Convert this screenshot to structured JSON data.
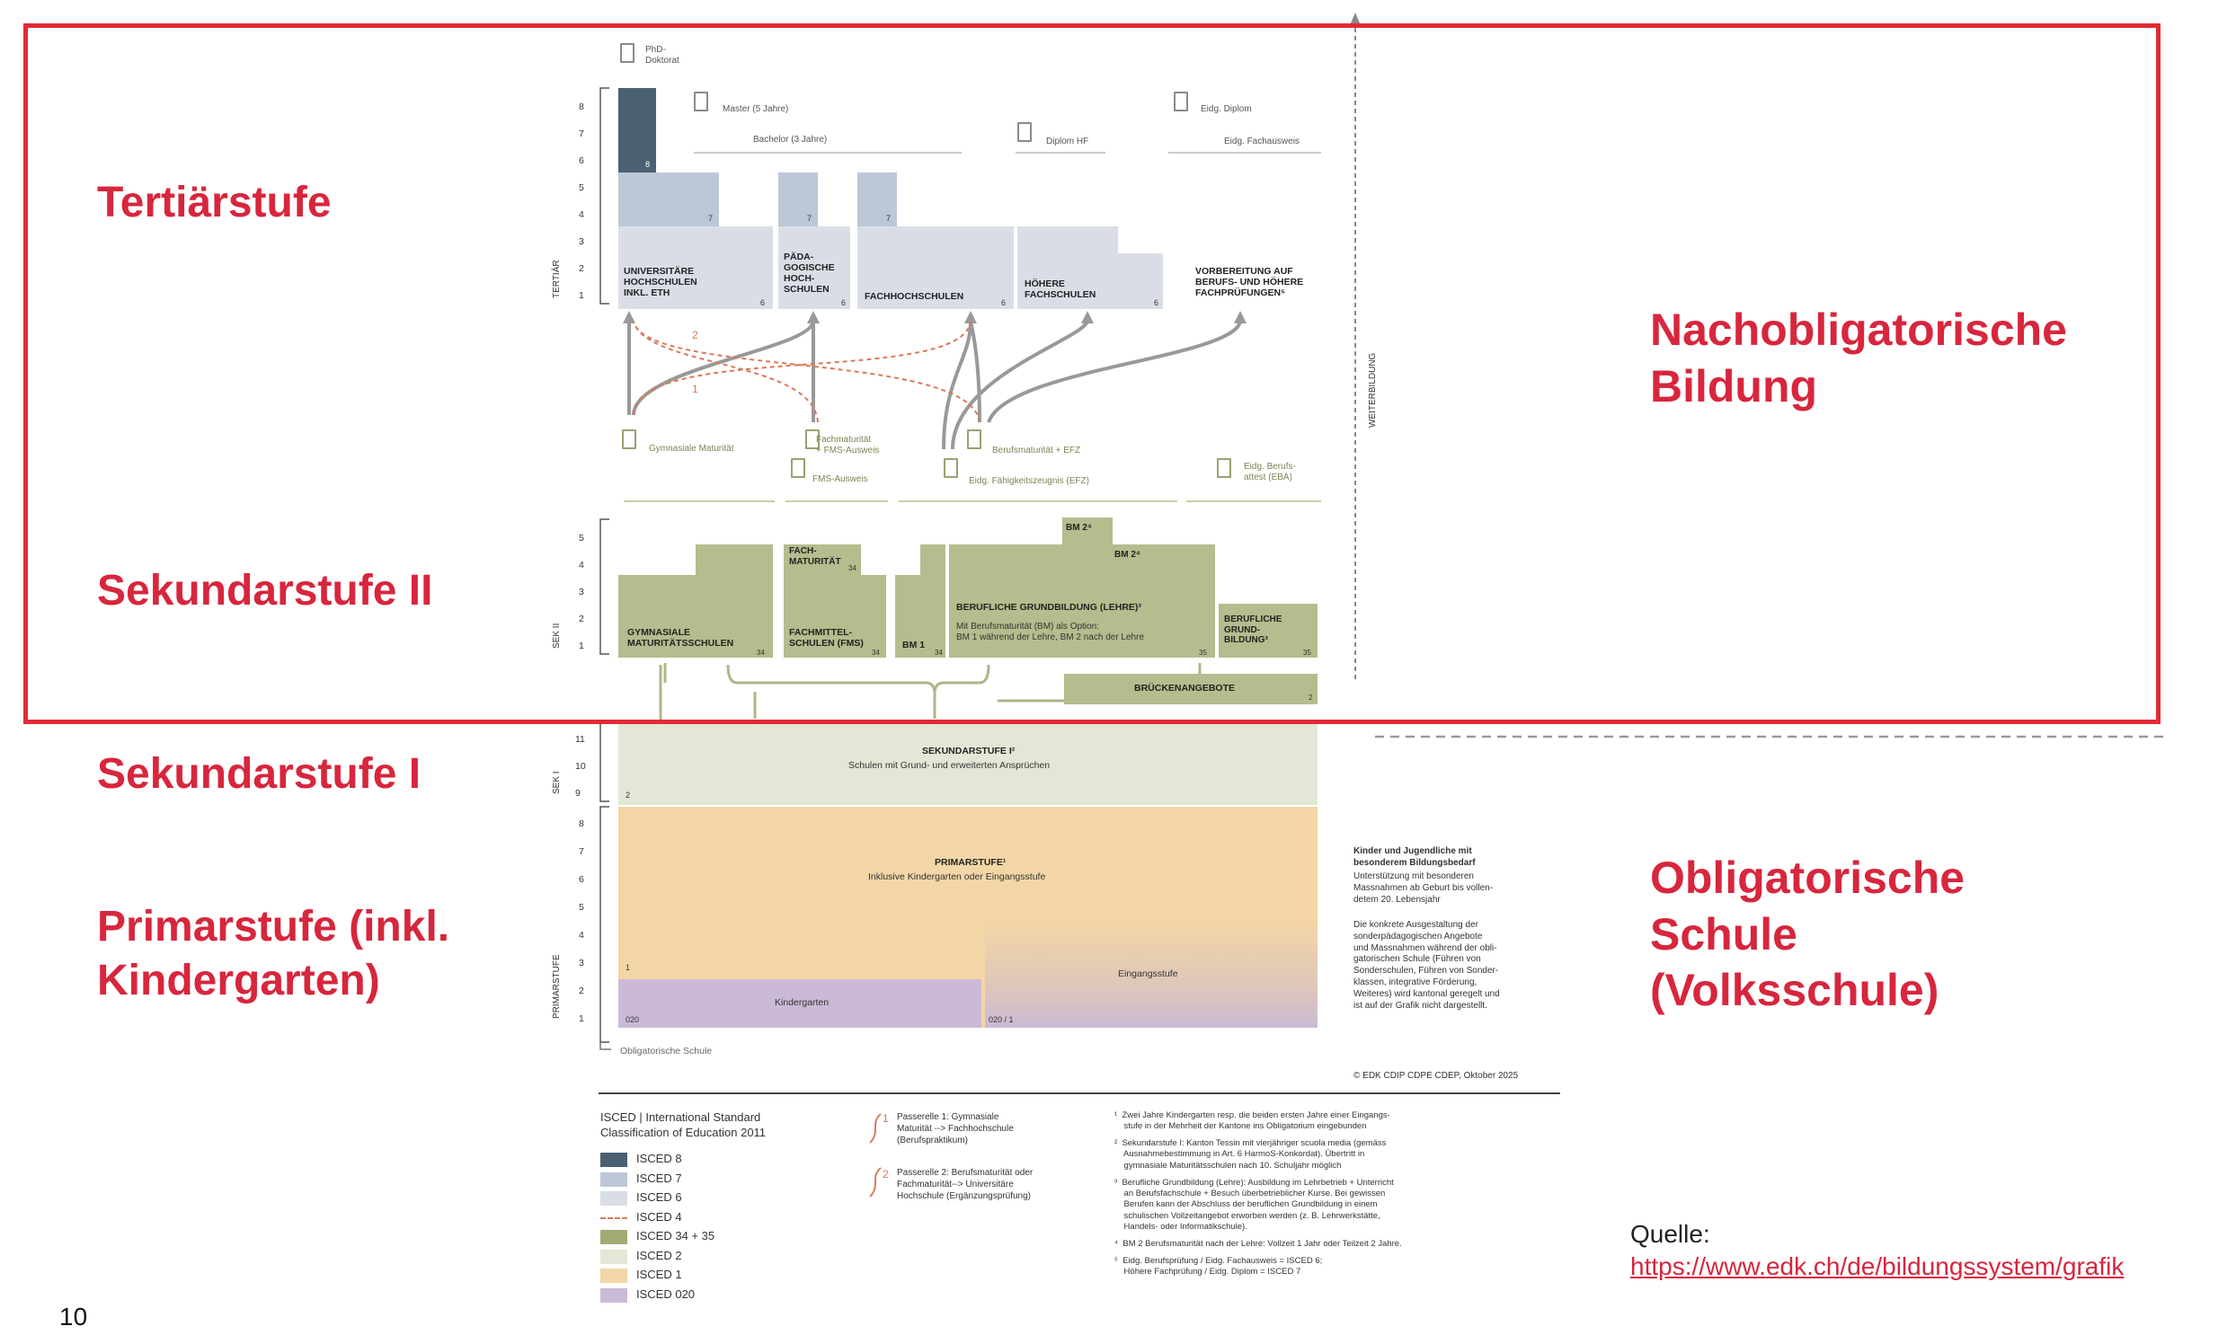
{
  "slide": {
    "page_number": "10",
    "labels": {
      "tertiaer": "Tertiärstufe",
      "sek2": "Sekundarstufe II",
      "sek1": "Sekundarstufe I",
      "primar_line1": "Primarstufe (inkl.",
      "primar_line2": "Kindergarten)",
      "nachob_line1": "Nachobligatorische",
      "nachob_line2": "Bildung",
      "ob_line1": "Obligatorische",
      "ob_line2": "Schule",
      "ob_line3": "(Volksschule)"
    },
    "source_label": "Quelle:",
    "source_link": "https://www.edk.ch/de/bildungssystem/grafik"
  },
  "diagram": {
    "side_labels": {
      "tertiaer": "TERTIÄR",
      "sek2": "SEK II",
      "sek1": "SEK I",
      "primar": "PRIMARSTUFE",
      "weiterbildung": "WEITERBILDUNG"
    },
    "ticks": {
      "tert": [
        "8",
        "7",
        "6",
        "5",
        "4",
        "3",
        "2",
        "1"
      ],
      "sek2": [
        "5",
        "4",
        "3",
        "2",
        "1"
      ],
      "sek1": [
        "11",
        "10",
        "9"
      ],
      "primar": [
        "8",
        "7",
        "6",
        "5",
        "4",
        "3",
        "2",
        "1"
      ]
    },
    "documents": {
      "phd": "PhD-\nDoktorat",
      "master": "Master (5 Jahre)",
      "bachelor": "Bachelor (3 Jahre)",
      "diplom_hf": "Diplom HF",
      "eidg_diplom": "Eidg. Diplom",
      "eidg_fachausweis": "Eidg. Fachausweis",
      "gym_maturitaet": "Gymnasiale Maturität",
      "fachmaturitaet": "Fachmaturität\n+ FMS-Ausweis",
      "fms_ausweis": "FMS-Ausweis",
      "berufsmaturitaet": "Berufsmaturität + EFZ",
      "efz": "Eidg. Fähigkeitszeugnis (EFZ)",
      "eba": "Eidg. Berufs-\nattest (EBA)"
    },
    "tertiary_blocks": {
      "uni": "UNIVERSITÄRE\nHOCHSCHULEN\nINKL. ETH",
      "ph": "PÄDA-\nGOGISCHE\nHOCH-\nSCHULEN",
      "fh": "FACHHOCHSCHULEN",
      "hf": "HÖHERE\nFACHSCHULEN",
      "vb": "VORBEREITUNG AUF\nBERUFS- UND HÖHERE\nFACHPRÜFUNGEN⁵"
    },
    "isced_codes": {
      "c8": "8",
      "c7": "7",
      "c6": "6",
      "c34": "34",
      "c35": "35",
      "c2": "2",
      "c1": "1",
      "c020": "020",
      "c020_1": "020 / 1"
    },
    "passerellen": {
      "p1": "1",
      "p2": "2"
    },
    "sek2_blocks": {
      "gym": "GYMNASIALE\nMATURITÄTSSCHULEN",
      "fachmat": "FACH-\nMATURITÄT",
      "fms": "FACHMITTEL-\nSCHULEN (FMS)",
      "bm1": "BM 1",
      "lehre_title": "BERUFLICHE GRUNDBILDUNG (LEHRE)³",
      "lehre_sub": "Mit Berufsmaturität (BM) als Option:\nBM 1 während der Lehre, BM 2 nach der Lehre",
      "bm2a": "BM 2⁴",
      "bm2b": "BM 2⁴",
      "grund": "BERUFLICHE\nGRUND-\nBILDUNG³",
      "bruecken": "BRÜCKENANGEBOTE"
    },
    "sek1_block": {
      "title": "SEKUNDARSTUFE I²",
      "sub": "Schulen mit Grund- und erweiterten Ansprüchen"
    },
    "primar_block": {
      "title": "PRIMARSTUFE¹",
      "sub": "Inklusive Kindergarten oder Eingangsstufe",
      "kindergarten": "Kindergarten",
      "eingangsstufe": "Eingangsstufe"
    },
    "obligatorisch": "Obligatorische Schule",
    "special_needs": {
      "title": "Kinder und Jugendliche mit\nbesonderem Bildungsbedarf",
      "p1": "Unterstützung mit besonderen\nMassnahmen ab Geburt bis vollen-\ndetem 20. Lebensjahr",
      "p2": "Die konkrete Ausgestaltung der\nsonderpädagogischen Angebote\nund Massnahmen während der obli-\ngatorischen Schule (Führen von\nSonderschulen, Führen von Sonder-\nklassen, integrative Förderung,\nWeiteres) wird kantonal geregelt und\nist auf der Grafik nicht dargestellt."
    },
    "copyright": "© EDK CDIP CDPE CDEP, Oktober 2025",
    "legend": {
      "title": "ISCED | International Standard\nClassification of Education 2011",
      "items": [
        "ISCED 8",
        "ISCED 7",
        "ISCED 6",
        "ISCED 4",
        "ISCED 34 + 35",
        "ISCED 2",
        "ISCED 1",
        "ISCED 020"
      ],
      "colors": [
        "#496173",
        "#bcc8d6",
        "#d9dee6",
        "#d87a5a",
        "#a3aa74",
        "#e3e7d5",
        "#f3d6a6",
        "#cbbad6"
      ]
    },
    "passerelle_notes": {
      "n1": "1",
      "t1": "Passerelle 1: Gymnasiale\nMaturität --> Fachhochschule\n(Berufspraktikum)",
      "n2": "2",
      "t2": "Passerelle 2: Berufsmaturität oder\nFachmaturität--> Universitäre\nHochschule (Ergänzungsprüfung)"
    },
    "footnotes": [
      "¹  Zwei Jahre Kindergarten resp. die beiden ersten Jahre einer Eingangs-\n    stufe in der Mehrheit der Kantone ins Obligatorium eingebunden",
      "²  Sekundarstufe I: Kanton Tessin mit vierjähriger scuola media (gemäss\n    Ausnahmebestimmung in Art. 6 HarmoS-Konkordat). Übertritt in\n    gymnasiale Maturitätsschulen nach 10. Schuljahr möglich",
      "³  Berufliche Grundbildung (Lehre): Ausbildung im Lehrbetrieb + Unterricht\n    an Berufsfachschule + Besuch überbetrieblicher Kurse. Bei gewissen\n    Berufen kann der Abschluss der beruflichen Grundbildung in einem\n    schulischen Vollzeitangebot erworben werden (z. B. Lehrwerkstätte,\n    Handels- oder Informatikschule).",
      "⁴  BM 2 Berufsmaturität nach der Lehre: Vollzeit 1 Jahr oder Teilzeit 2 Jahre.",
      "⁵  Eidg. Berufsprüfung / Eidg. Fachausweis = ISCED 6;\n    Höhere Fachprüfung / Eidg. Diplom = ISCED 7"
    ]
  }
}
